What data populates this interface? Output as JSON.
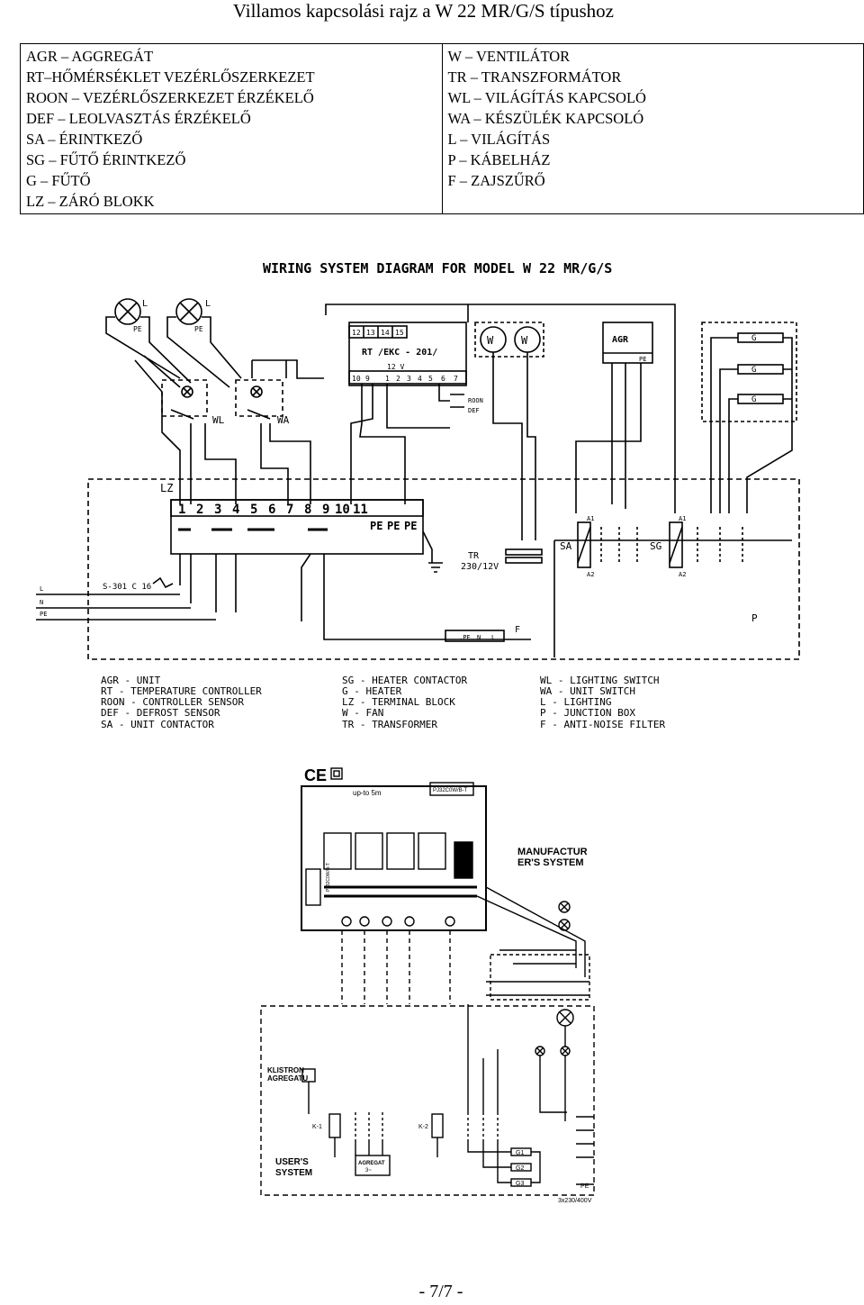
{
  "header": {
    "title": "Villamos kapcsolási rajz a W 22 MR/G/S típushoz"
  },
  "legend": {
    "left": [
      "AGR – AGGREGÁT",
      "RT–HŐMÉRSÉKLET VEZÉRLŐSZERKEZET",
      "ROON – VEZÉRLŐSZERKEZET ÉRZÉKELŐ",
      "DEF – LEOLVASZTÁS ÉRZÉKELŐ",
      "SA – ÉRINTKEZŐ",
      "SG – FŰTŐ ÉRINTKEZŐ",
      "G – FŰTŐ",
      "LZ – ZÁRÓ BLOKK"
    ],
    "right": [
      "W – VENTILÁTOR",
      "TR – TRANSZFORMÁTOR",
      "WL – VILÁGÍTÁS KAPCSOLÓ",
      "WA – KÉSZÜLÉK KAPCSOLÓ",
      "L – VILÁGÍTÁS",
      "P – KÁBELHÁZ",
      "F – ZAJSZŰRŐ"
    ]
  },
  "diagram1": {
    "title": "WIRING SYSTEM DIAGRAM FOR MODEL W 22 MR/G/S",
    "controller_label": "RT /EKC - 201/",
    "controller_top_terminals": [
      "12",
      "13",
      "14",
      "15"
    ],
    "controller_voltage": "12 V",
    "controller_bottom_terminals": [
      "10",
      "9",
      "1",
      "2",
      "3",
      "4",
      "5",
      "6",
      "7"
    ],
    "sensor_labels": [
      "ROON",
      "DEF"
    ],
    "fan_label": "W",
    "agr_label": "AGR",
    "pe_label": "PE",
    "heater_label": "G",
    "lamp_label": "L",
    "pe_small": "PE",
    "terminal_block_label": "LZ",
    "terminal_numbers": [
      "1",
      "2",
      "3",
      "4",
      "5",
      "6",
      "7",
      "8",
      "9",
      "10",
      "11"
    ],
    "pe_terminals": [
      "PE",
      "PE",
      "PE"
    ],
    "wl_label": "WL",
    "wa_label": "WA",
    "breaker_label": "S-301 C 16",
    "line_labels": [
      "L",
      "N",
      "PE"
    ],
    "transformer_label": "TR",
    "transformer_rating": "230/12V",
    "sa_label": "SA",
    "sg_label": "SG",
    "coil_top": "A1",
    "coil_bottom": "A2",
    "p_label": "P",
    "filter_label": "F",
    "filter_terminals": [
      ".PE",
      "N",
      "L"
    ],
    "legend_col1": [
      "AGR  -  UNIT",
      "RT   -  TEMPERATURE CONTROLLER",
      "ROON -  CONTROLLER SENSOR",
      "DEF  -  DEFROST SENSOR",
      "SA   -  UNIT CONTACTOR"
    ],
    "legend_col2": [
      "SG - HEATER CONTACTOR",
      "G  - HEATER",
      "LZ - TERMINAL BLOCK",
      "W  - FAN",
      "TR - TRANSFORMER"
    ],
    "legend_col3": [
      "WL - LIGHTING SWITCH",
      "WA - UNIT SWITCH",
      "L  - LIGHTING",
      "P  - JUNCTION BOX",
      "F  - ANTI-NOISE FILTER"
    ]
  },
  "diagram2": {
    "ce_mark": "CE",
    "up_to": "up-to 5m",
    "module_label": "PJ32C0W/B-T",
    "module_model": "PJ32C0W/B-T",
    "manufacturer_label_line1": "MANUFACTUR",
    "manufacturer_label_line2": "ER'S SYSTEM",
    "klistron_line1": "KLISTRON",
    "klistron_line2": "AGREGATU",
    "k1": "K-1",
    "k2": "K-2",
    "agregat_line1": "AGREGAT",
    "agregat_line2": "3~",
    "heaters": [
      "G1",
      "G2",
      "G3"
    ],
    "users_line1": "USER'S",
    "users_line2": "SYSTEM",
    "supply": "3x230/400V",
    "pe": "PE"
  },
  "footer": {
    "page": "- 7/7 -"
  }
}
